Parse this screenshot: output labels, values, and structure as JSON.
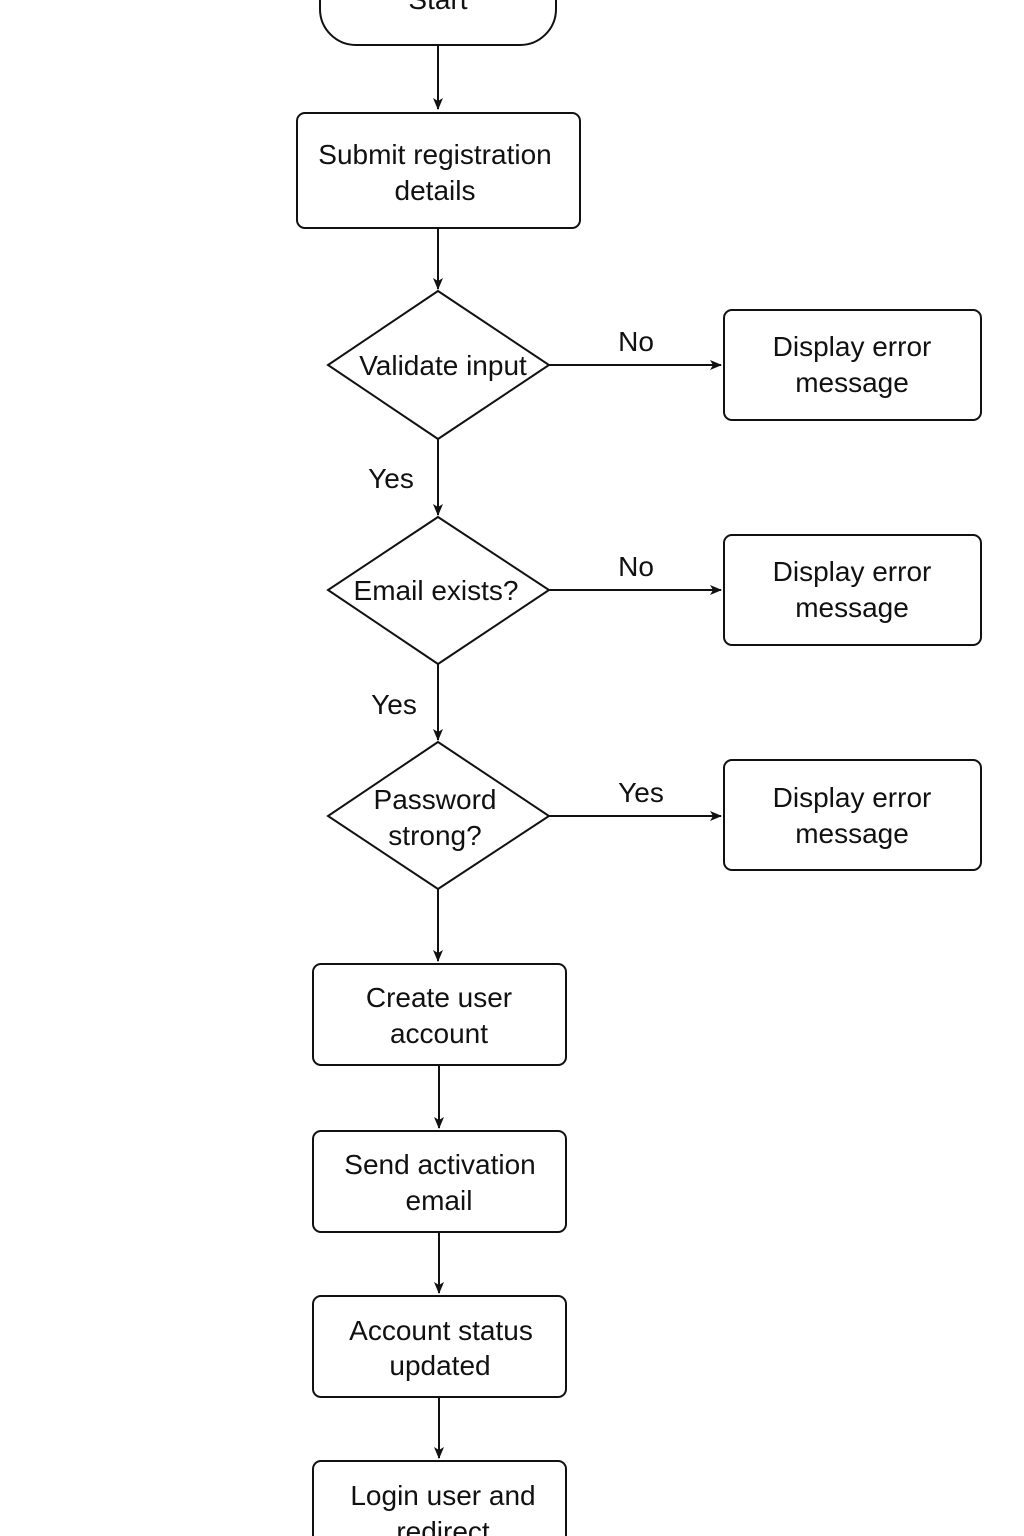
{
  "nodes": {
    "start": {
      "label": "Start"
    },
    "submit": {
      "lines": [
        "Submit registration",
        "details"
      ]
    },
    "validate": {
      "label": "Validate input"
    },
    "error1": {
      "lines": [
        "Display error",
        "message"
      ]
    },
    "email_exists": {
      "label": "Email exists?"
    },
    "error2": {
      "lines": [
        "Display error",
        "message"
      ]
    },
    "password_strong": {
      "lines": [
        "Password",
        "strong?"
      ]
    },
    "error3": {
      "lines": [
        "Display error",
        "message"
      ]
    },
    "create_account": {
      "lines": [
        "Create user",
        "account"
      ]
    },
    "send_activation": {
      "lines": [
        "Send activation",
        "email"
      ]
    },
    "status_updated": {
      "lines": [
        "Account status",
        "updated"
      ]
    },
    "login_redirect": {
      "lines": [
        "Login user and",
        "redirect"
      ]
    }
  },
  "edge_labels": {
    "validate_no": "No",
    "validate_yes": "Yes",
    "email_no": "No",
    "email_yes": "Yes",
    "password_yes": "Yes"
  }
}
